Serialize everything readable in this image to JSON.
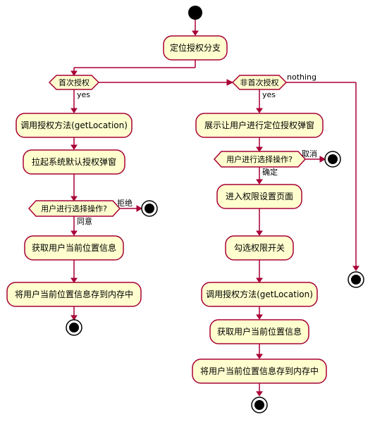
{
  "nodes": {
    "root": "定位授权分支",
    "dec_first": "首次授权",
    "dec_not_first": "非首次授权",
    "left_call": "调用授权方法(getLocation)",
    "left_popup": "拉起系统默认授权弹窗",
    "left_choice": "用户进行选择操作?",
    "left_get": "获取用户当前位置信息",
    "left_store": "将用户当前位置信息存到内存中",
    "mid_show": "展示让用户进行定位授权弹窗",
    "mid_choice": "用户进行选择操作?",
    "mid_settings": "进入权限设置页面",
    "mid_toggle": "勾选权限开关",
    "mid_call": "调用授权方法(getLocation)",
    "mid_get": "获取用户当前位置信息",
    "mid_store": "将用户当前位置信息存到内存中"
  },
  "edges": {
    "yes_left": "yes",
    "yes_mid": "yes",
    "nothing": "nothing",
    "reject": "拒绝",
    "agree": "同意",
    "cancel": "取消",
    "confirm": "确定"
  },
  "colors": {
    "node_fill": "#FEFECE",
    "border": "#A80036",
    "start_end": "#000000"
  }
}
